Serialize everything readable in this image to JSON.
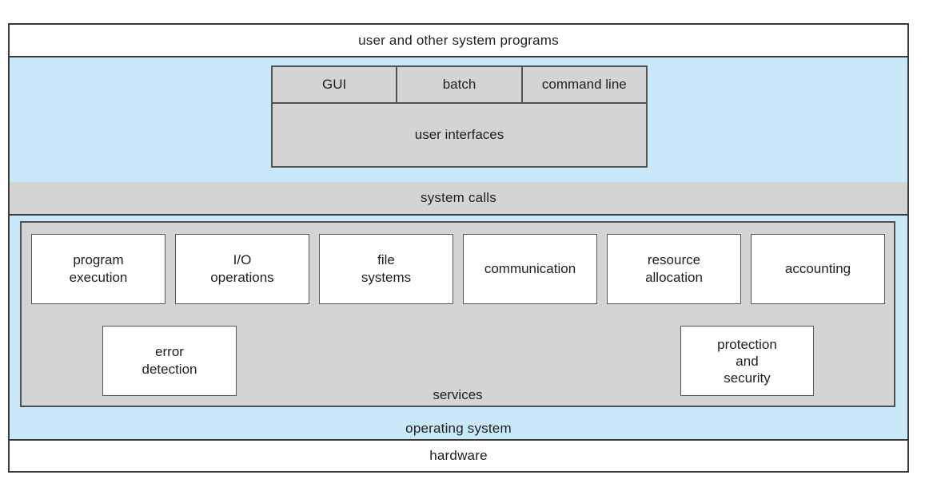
{
  "diagram": {
    "title": "operating system structure layers",
    "top_layer": {
      "label": "user and other system programs"
    },
    "ui_box": {
      "cells": [
        "GUI",
        "batch",
        "command line"
      ],
      "label": "user interfaces"
    },
    "system_calls_layer": {
      "label": "system calls"
    },
    "services_box": {
      "label": "services",
      "row1": [
        "program\nexecution",
        "I/O\noperations",
        "file\nsystems",
        "communication",
        "resource\nallocation",
        "accounting"
      ],
      "row2": [
        "error\ndetection",
        "protection\nand\nsecurity"
      ]
    },
    "os_layer": {
      "label": "operating system"
    },
    "hardware_layer": {
      "label": "hardware"
    }
  },
  "colors": {
    "band_blue": "#c9e8fa",
    "box_gray": "#d4d4d4",
    "box_white": "#ffffff",
    "line_dark": "#3a3a3a",
    "inner_border": "#515151",
    "text": "#1f1f1f"
  }
}
